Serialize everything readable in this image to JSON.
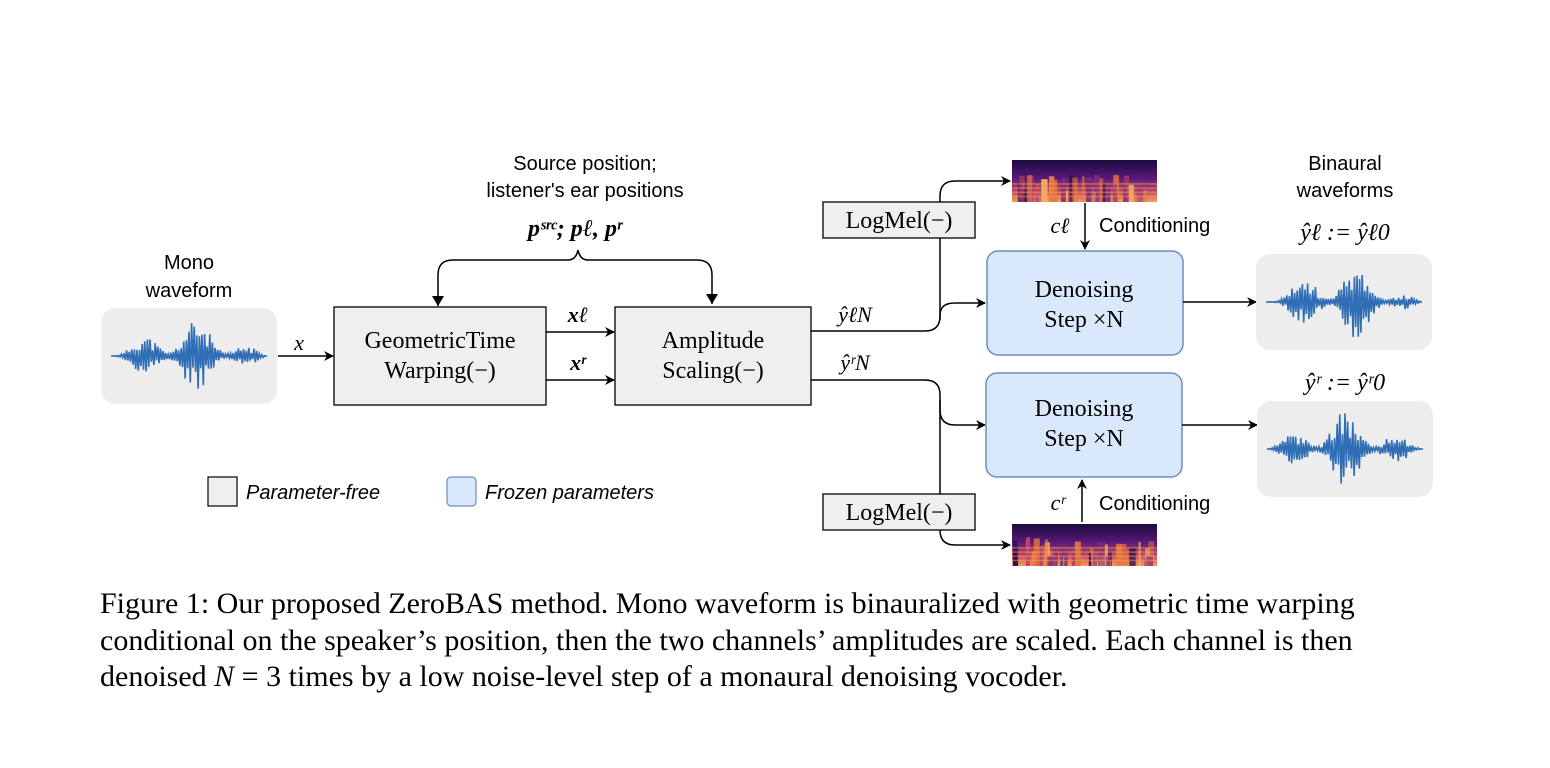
{
  "diagram": {
    "labels": {
      "mono_line1": "Mono",
      "mono_line2": "waveform",
      "source_line1": "Source position;",
      "source_line2": "listener's ear positions",
      "binaural_line1": "Binaural",
      "binaural_line2": "waveforms",
      "conditioning_top": "Conditioning",
      "conditioning_bottom": "Conditioning"
    },
    "boxes": {
      "gtw_line1": "GeometricTime",
      "gtw_line2": "Warping(−)",
      "amp_line1": "Amplitude",
      "amp_line2": "Scaling(−)",
      "logmel_top": "LogMel(−)",
      "logmel_bottom": "LogMel(−)",
      "denoise_top_line1": "Denoising",
      "denoise_top_line2": "Step  ×N",
      "denoise_bottom_line1": "Denoising",
      "denoise_bottom_line2": "Step  ×N"
    },
    "math": {
      "x": "x",
      "x_l": "xℓ",
      "x_r": "xʳ",
      "positions": "pˢʳᶜ; pℓ, pʳ",
      "y_hat_N_l": "ŷℓN",
      "y_hat_N_r": "ŷʳN",
      "c_l": "cℓ",
      "c_r": "cʳ",
      "out_l": "ŷℓ := ŷℓ0",
      "out_r": "ŷʳ := ŷʳ0"
    },
    "legend": {
      "param_free": "Parameter-free",
      "frozen": "Frozen parameters"
    },
    "colors": {
      "gray_box": "#efefef",
      "blue_box": "#dae8fc",
      "blue_border": "#6c8ebf",
      "waveform": "#2f6db5",
      "wave_panel": "#ededed"
    }
  },
  "caption": {
    "text": "Figure 1: Our proposed ZeroBAS method. Mono waveform is binauralized with geometric time warping conditional on the speaker’s position, then the two channels’ amplitudes are scaled. Each channel is then denoised ",
    "math": "N",
    "equals": " = 3",
    "tail": " times by a low noise-level step of a monaural denoising vocoder."
  }
}
